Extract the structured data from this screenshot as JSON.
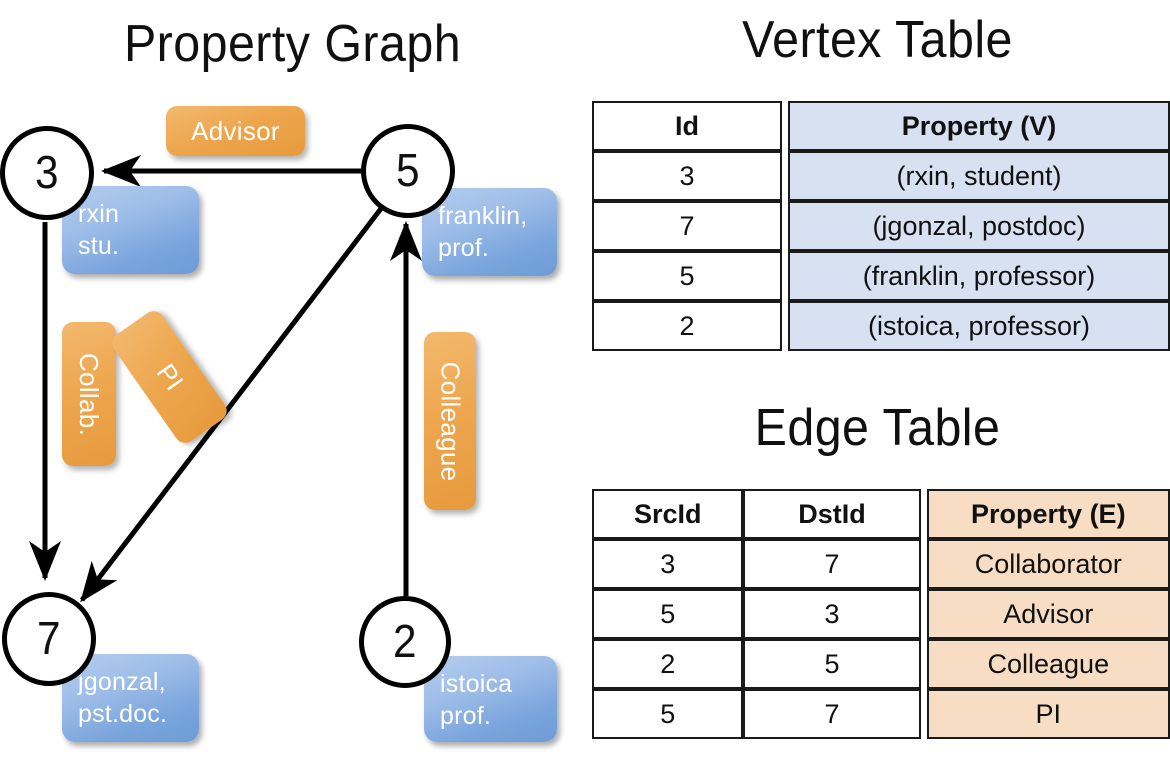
{
  "panels": {
    "graph_title": "Property Graph",
    "vertex_title": "Vertex Table",
    "edge_title": "Edge Table"
  },
  "colors": {
    "vertex_property_fill": "#d7e1f1",
    "edge_property_fill": "#f6ddc3",
    "node_box_blue": "#7aa5dd",
    "edge_label_orange": "#eda74f",
    "table_border": "#1a1a1a",
    "text": "#111111"
  },
  "graph": {
    "nodes": [
      {
        "id": "3",
        "property": "rxin\nstu."
      },
      {
        "id": "5",
        "property": "franklin,\nprof."
      },
      {
        "id": "7",
        "property": "jgonzal,\npst.doc."
      },
      {
        "id": "2",
        "property": "istoica\nprof."
      }
    ],
    "edge_labels": [
      {
        "name": "advisor",
        "text": "Advisor"
      },
      {
        "name": "collab",
        "text": "Collab."
      },
      {
        "name": "pi",
        "text": "PI"
      },
      {
        "name": "colleague",
        "text": "Colleague"
      }
    ],
    "edges": [
      {
        "from": "5",
        "to": "3",
        "label": "Advisor"
      },
      {
        "from": "3",
        "to": "7",
        "label": "Collab."
      },
      {
        "from": "5",
        "to": "7",
        "label": "PI"
      },
      {
        "from": "2",
        "to": "5",
        "label": "Colleague"
      }
    ]
  },
  "vertex_table": {
    "headers": [
      "Id",
      "Property (V)"
    ],
    "rows": [
      {
        "id": "3",
        "property": "(rxin, student)"
      },
      {
        "id": "7",
        "property": "(jgonzal, postdoc)"
      },
      {
        "id": "5",
        "property": "(franklin, professor)"
      },
      {
        "id": "2",
        "property": "(istoica, professor)"
      }
    ]
  },
  "edge_table": {
    "headers": [
      "SrcId",
      "DstId",
      "Property (E)"
    ],
    "rows": [
      {
        "src": "3",
        "dst": "7",
        "property": "Collaborator"
      },
      {
        "src": "5",
        "dst": "3",
        "property": "Advisor"
      },
      {
        "src": "2",
        "dst": "5",
        "property": "Colleague"
      },
      {
        "src": "5",
        "dst": "7",
        "property": "PI"
      }
    ]
  }
}
